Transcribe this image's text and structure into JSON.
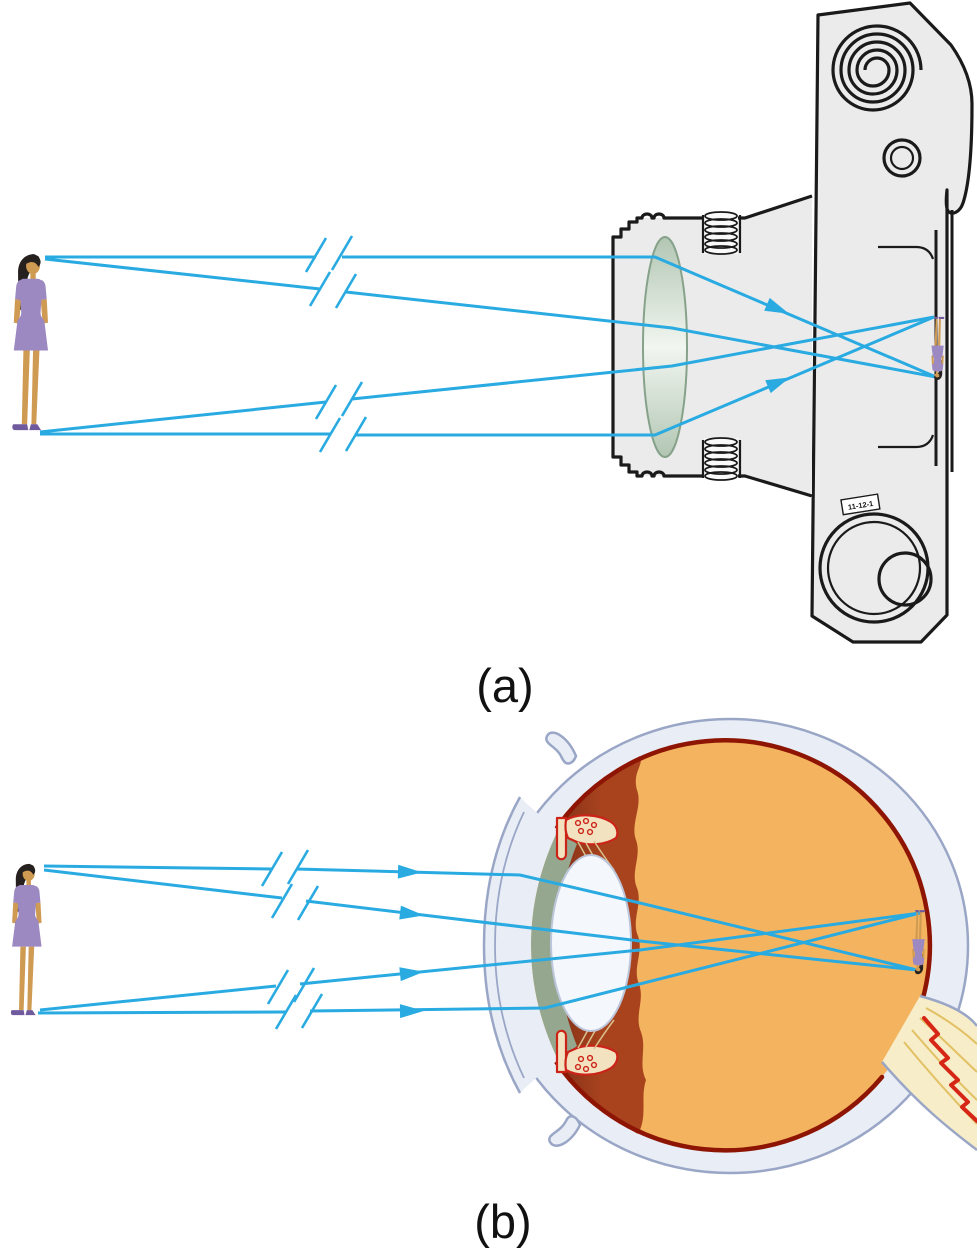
{
  "figure": {
    "title": "",
    "panel_a": {
      "label": "(a)",
      "scene": "woman-object-imaged-by-camera",
      "film_label": "11-12-1"
    },
    "panel_b": {
      "label": "(b)",
      "scene": "woman-object-imaged-by-eye"
    }
  },
  "colors": {
    "ray": "#29abe2",
    "ink": "#1a1a1a",
    "camera_gray": "#ebebec",
    "lens_edge": "#b2c6b3",
    "lens_center": "#f1f6f0",
    "lens_outline": "#86a28a",
    "sclera_fill": "#e9edf6",
    "sclera_outline": "#9aa6c6",
    "vitreous_orange": "#f4b45f",
    "retina_rim": "#8e1503",
    "choroid_dark": "#7e2c17",
    "choroid_light": "#a8431d",
    "aqueous_green": "#95a78f",
    "eye_lens_fill": "#f4f7fc",
    "eye_lens_outline": "#bcc6da",
    "ciliary_fill": "#f2e2c0",
    "ciliary_red": "#cc2318",
    "zonule": "#d9c08d",
    "nerve_fill": "#f7edc8",
    "nerve_fiber": "#e2c064",
    "nerve_vessel": "#d62615",
    "skin": "#cf9a52",
    "hair": "#26211f",
    "dress": "#9d89c2",
    "shoe": "#6f5a9e",
    "label_ink": "#111111"
  }
}
